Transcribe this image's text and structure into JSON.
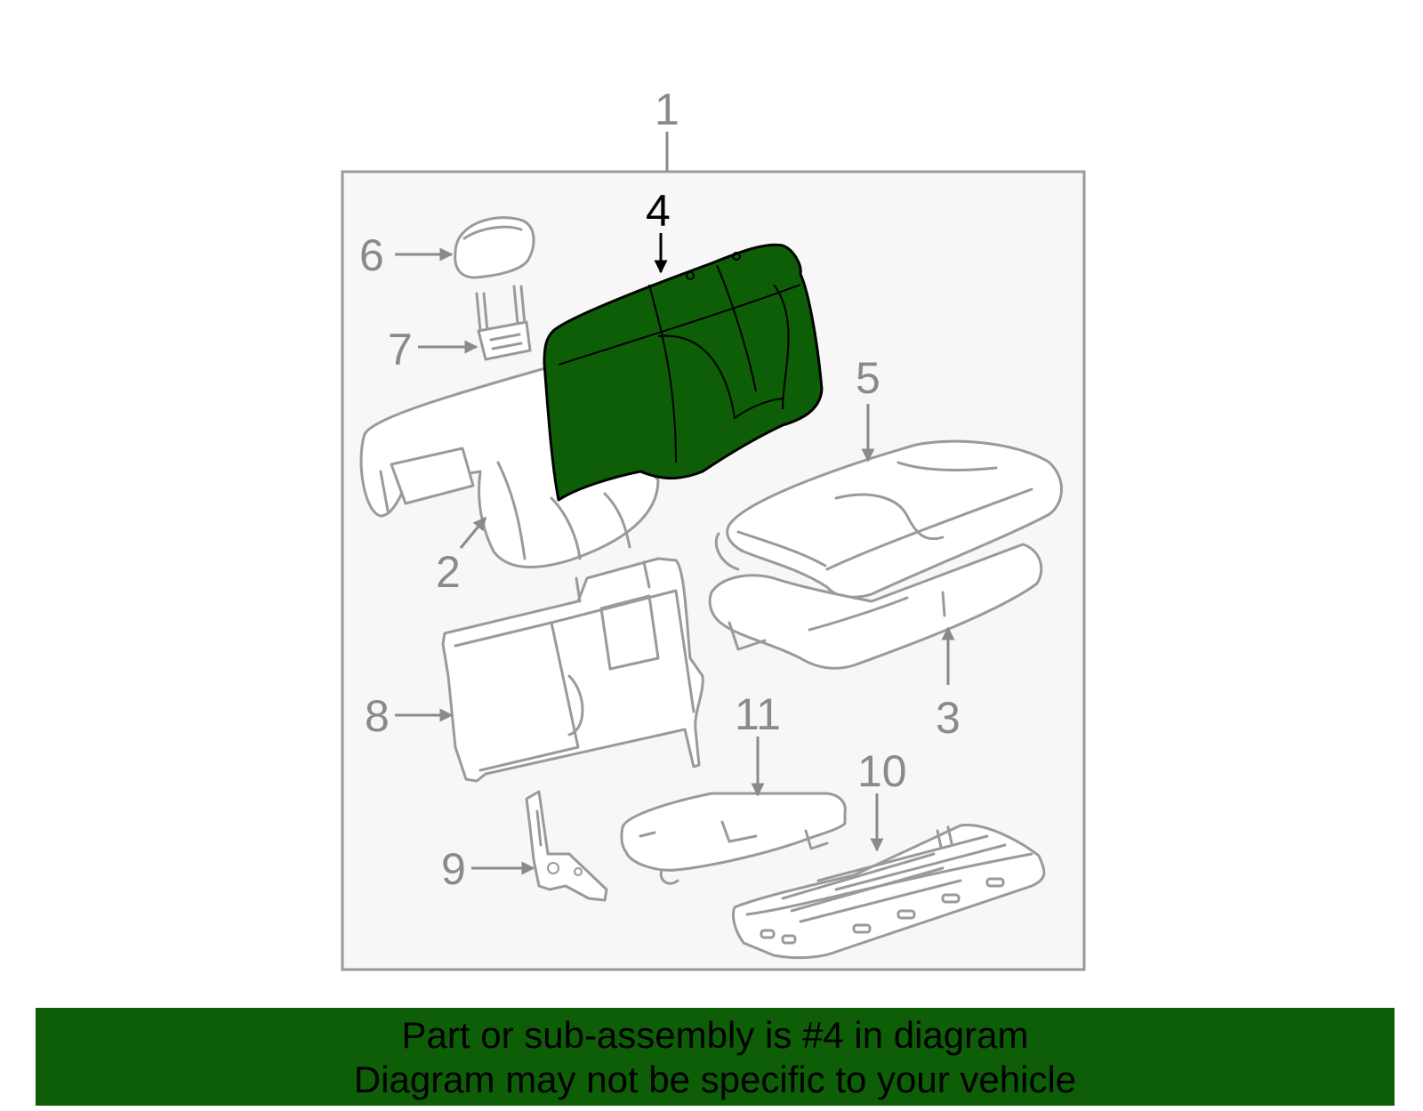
{
  "diagram": {
    "highlight_color": "#0e5e07",
    "outline_color": "#9a9a9a",
    "frame_fill": "#f7f7f7",
    "callouts": {
      "c1": "1",
      "c2": "2",
      "c3": "3",
      "c4": "4",
      "c5": "5",
      "c6": "6",
      "c7": "7",
      "c8": "8",
      "c9": "9",
      "c10": "10",
      "c11": "11"
    },
    "highlighted_callout": "4"
  },
  "footer": {
    "line1": "Part or sub-assembly is #4 in diagram",
    "line2": "Diagram may not be specific to your vehicle",
    "background": "#0e5e07"
  }
}
